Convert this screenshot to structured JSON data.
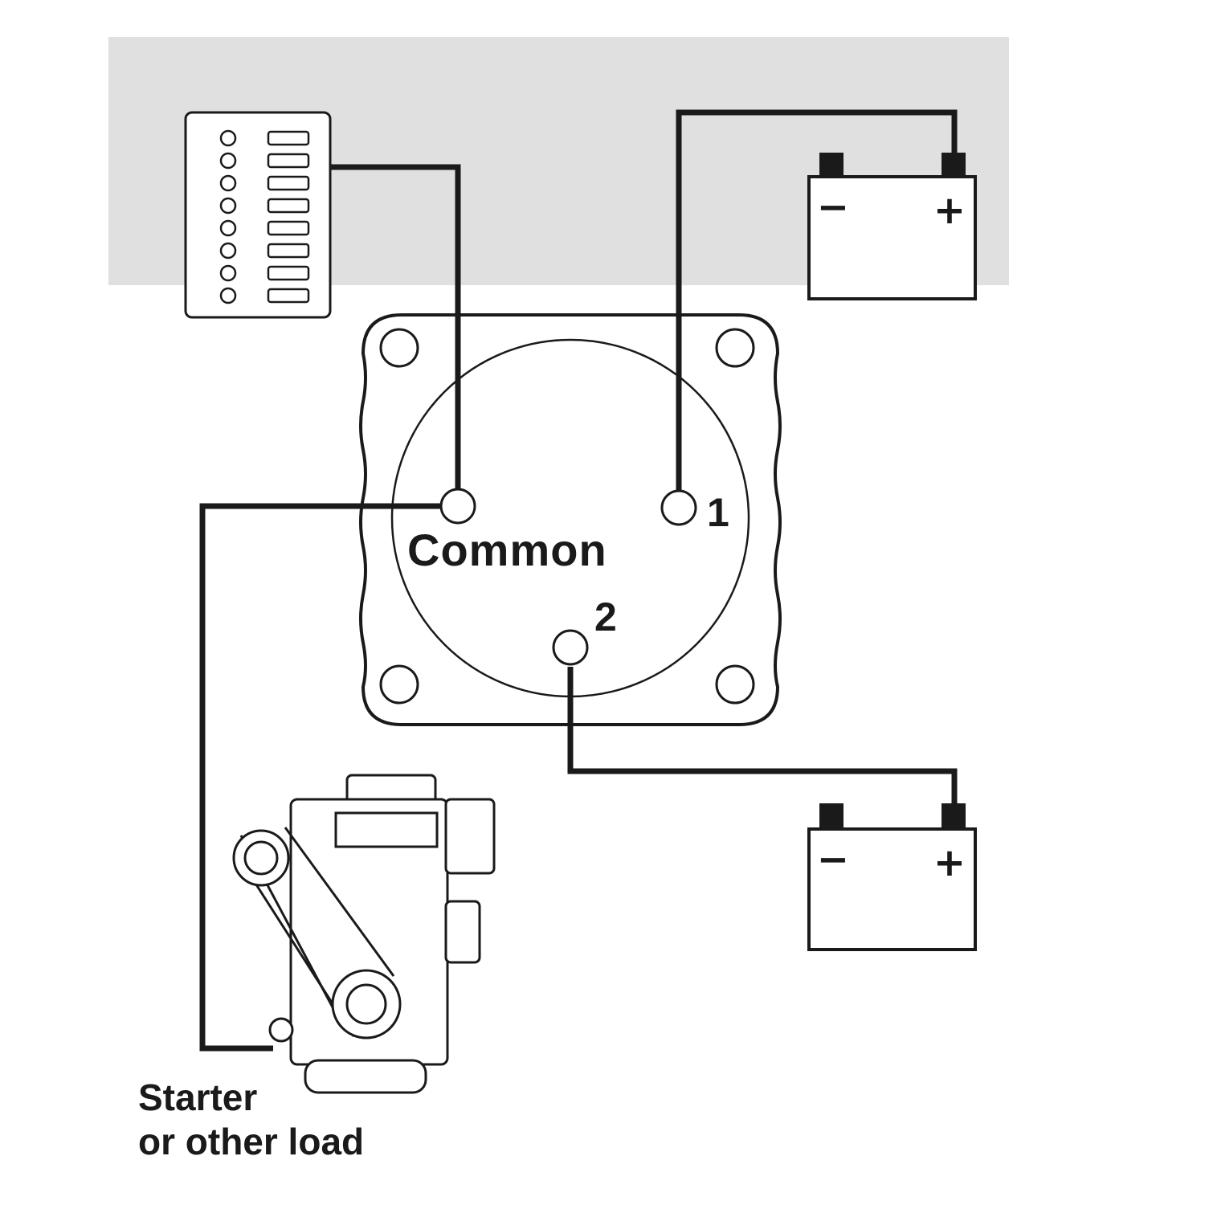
{
  "labels": {
    "common": "Common",
    "terminal_1": "1",
    "terminal_2": "2",
    "load_line1": "Starter",
    "load_line2": "or other load"
  },
  "battery_top": {
    "negative": "−",
    "positive": "+"
  },
  "battery_bottom": {
    "negative": "−",
    "positive": "+"
  },
  "colors": {
    "background_band": "#e0e0e0",
    "line": "#1a1a1a",
    "page": "#ffffff"
  }
}
